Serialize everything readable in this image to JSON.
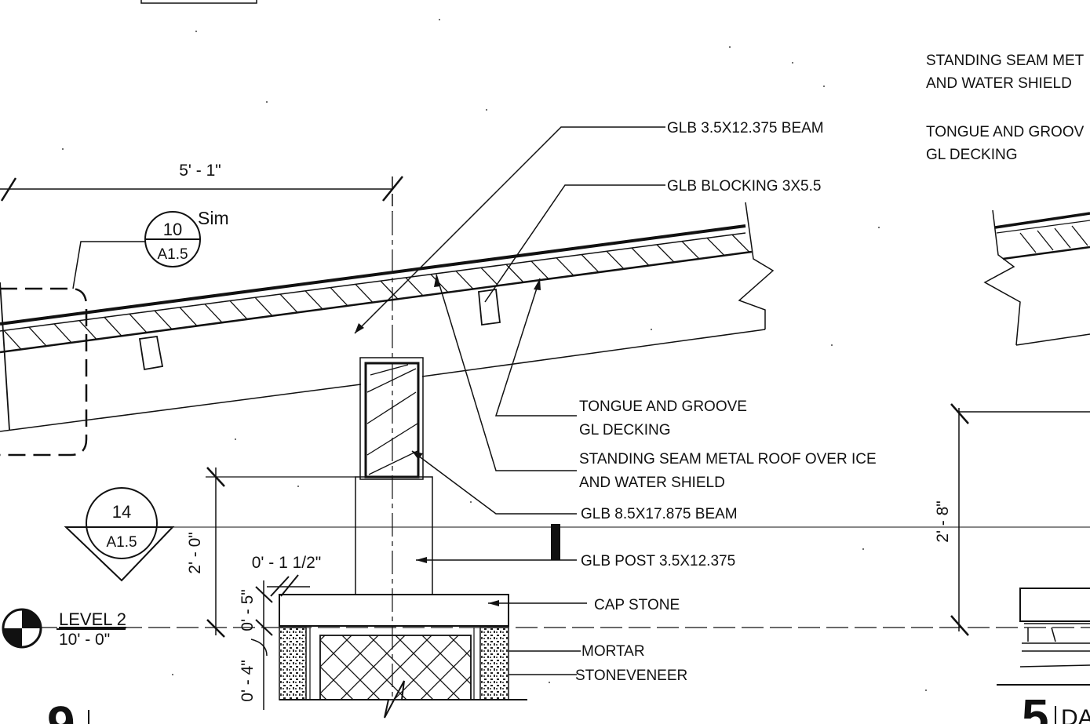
{
  "callouts": {
    "beam_312": "GLB 3.5X12.375 BEAM",
    "blocking": "GLB BLOCKING 3X5.5",
    "tongue_groove_l1": "TONGUE AND GROOVE",
    "tongue_groove_l2": "GL DECKING",
    "standing_seam_l1": "STANDING SEAM METAL ROOF OVER ICE",
    "standing_seam_l2": "AND WATER SHIELD",
    "beam_817": "GLB 8.5X17.875 BEAM",
    "post": "GLB POST 3.5X12.375",
    "cap_stone": "CAP STONE",
    "mortar": "MORTAR",
    "stone_veneer": "STONEVENEER"
  },
  "right_detail": {
    "standing_seam_l1": "STANDING SEAM MET",
    "standing_seam_l2": "AND WATER SHIELD",
    "tongue_groove_l1": "TONGUE AND GROOV",
    "tongue_groove_l2": "GL DECKING",
    "dim_height": "2' - 8\"",
    "detail_number": "5",
    "detail_title_fragment": "DA"
  },
  "dimensions": {
    "overhang": "5' - 1\"",
    "post_height": "2' - 0\"",
    "cap_offset": "0' - 1 1/2\"",
    "cap_thickness": "0' - 5\"",
    "footing": "0' - 4\""
  },
  "section_marks": {
    "sim_tag_number": "10",
    "sim_tag_sheet": "A1.5",
    "sim_label": "Sim",
    "section_number": "14",
    "section_sheet": "A1.5"
  },
  "level": {
    "name": "LEVEL 2",
    "elevation": "10' - 0\""
  },
  "detail_number": "9"
}
